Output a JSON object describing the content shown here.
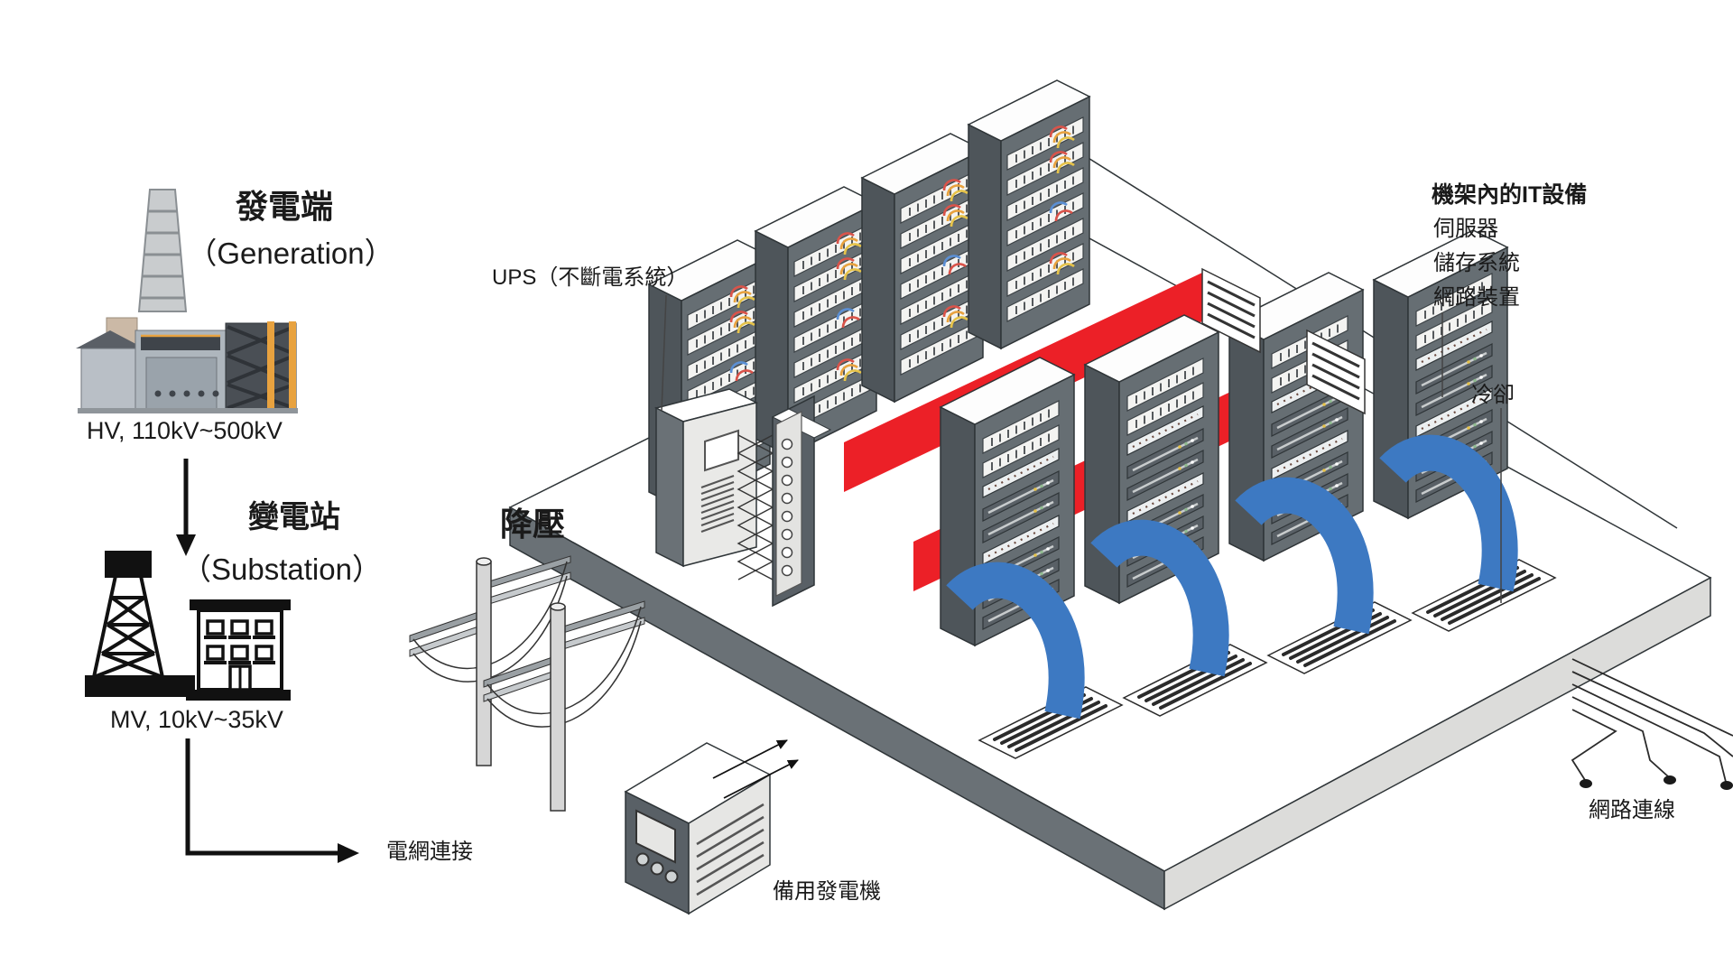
{
  "colors": {
    "heat_flow_red": "#ec2027",
    "cool_flow_blue": "#3d79c2",
    "rack_front_grey": "#666e73",
    "rack_side_grey": "#4e555a",
    "panel_light_grey": "#e9e9e7",
    "platform_edge_dark": "#6a7176",
    "platform_edge_light": "#dcdcda",
    "accent_orange": "#e8a23f",
    "outline": "#2f3538"
  },
  "generation": {
    "title": "發電端",
    "subtitle": "（Generation）",
    "voltage": "HV, 110kV~500kV"
  },
  "substation": {
    "title": "變電站",
    "subtitle": "（Substation）",
    "voltage": "MV, 10kV~35kV"
  },
  "power_path": {
    "grid_connection": "電網連接",
    "step_down": "降壓",
    "ups": "UPS（不斷電系統）",
    "backup_generator": "備用發電機"
  },
  "rack_equipment": {
    "heading": "機架內的IT設備",
    "items": [
      "伺服器",
      "儲存系統",
      "網路裝置"
    ]
  },
  "cooling": "冷卻",
  "network": "網路連線"
}
